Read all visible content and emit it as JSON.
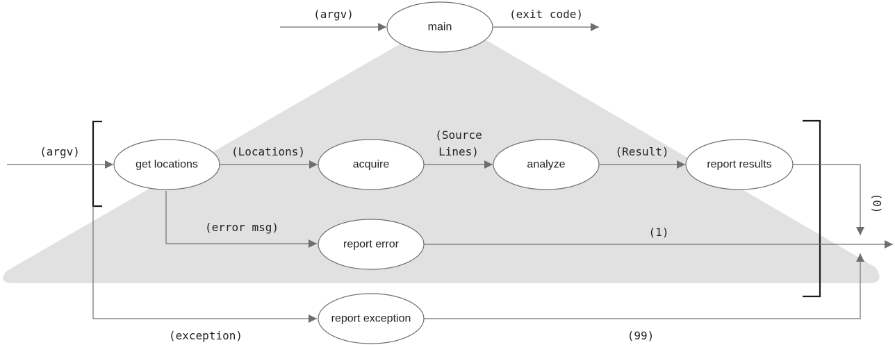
{
  "colors": {
    "background": "#ffffff",
    "triangle": "#e1e1e1",
    "line": "#6e6e6e",
    "bracket": "#1a1a1a",
    "text": "#222222"
  },
  "nodes": {
    "main": "main",
    "get_locations": "get locations",
    "acquire": "acquire",
    "analyze": "analyze",
    "report_results": "report results",
    "report_error": "report error",
    "report_exception": "report exception"
  },
  "edges": {
    "main_in": "(argv)",
    "main_out": "(exit code)",
    "get_locations_in": "(argv)",
    "locations": "(Locations)",
    "source_lines_1": "(Source",
    "source_lines_2": "Lines)",
    "result": "(Result)",
    "error_msg": "(error msg)",
    "exception": "(exception)",
    "code_zero": "(0)",
    "code_one": "(1)",
    "code_ninety_nine": "(99)"
  }
}
